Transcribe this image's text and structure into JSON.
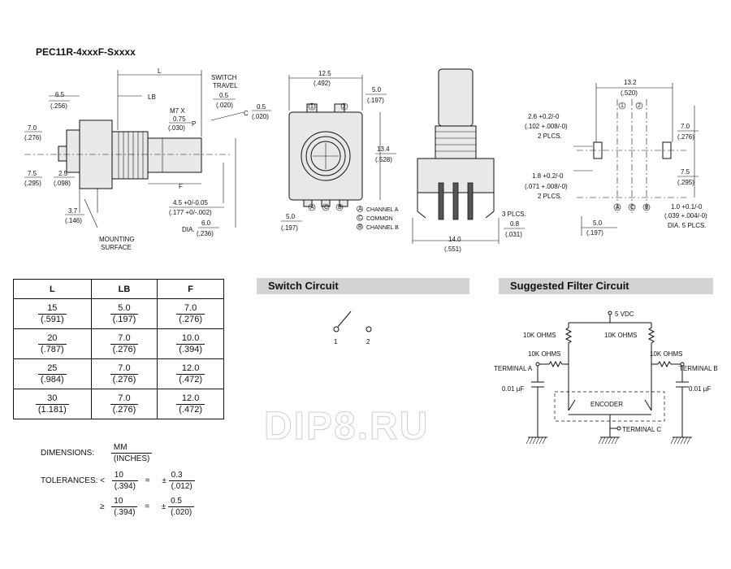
{
  "part_number": "PEC11R-4xxxF-Sxxxx",
  "side_view": {
    "dim_L": "L",
    "dim_LB": "LB",
    "switch_travel": "SWITCH\nTRAVEL",
    "switch_travel_mm": "0.5",
    "switch_travel_in": "(.020)",
    "thread": "M7 X",
    "thread_pitch_mm": "0.75",
    "thread_pitch_in": "(.030)",
    "P": "P",
    "C": "C",
    "C_mm": "0.5",
    "C_in": "(.020)",
    "F": "F",
    "d65_mm": "6.5",
    "d65_in": "(.256)",
    "d70_mm": "7.0",
    "d70_in": "(.276)",
    "d75_mm": "7.5",
    "d75_in": "(.295)",
    "d25_mm": "2.5",
    "d25_in": "(.098)",
    "d37_mm": "3.7",
    "d37_in": "(.146)",
    "flat_mm": "4.5 +0/-0.05",
    "flat_in": "(.177 +0/-.002)",
    "dia": "DIA.",
    "dia_mm": "6.0",
    "dia_in": "(.236)",
    "mounting_surface": "MOUNTING\nSURFACE"
  },
  "front_view": {
    "w_mm": "12.5",
    "w_in": "(.492)",
    "h_mm": "13.4",
    "h_in": "(.528)",
    "d50_mm": "5.0",
    "d50_in": "(.197)",
    "d50b_mm": "5.0",
    "d50b_in": "(.197)",
    "pin1": "1",
    "pin2": "2",
    "pinA": "A",
    "pinC": "C",
    "pinB": "B",
    "legend_A": "CHANNEL A",
    "legend_C": "COMMON",
    "legend_B": "CHANNEL B"
  },
  "side2_view": {
    "plcs": "3 PLCS.",
    "plcs_mm": "0.8",
    "plcs_in": "(.031)",
    "w_mm": "14.0",
    "w_in": "(.551)"
  },
  "footprint": {
    "w_mm": "13.2",
    "w_in": "(.520)",
    "slot1_mm": "2.6 +0.2/-0",
    "slot1_in": "(.102 +.008/-0)",
    "slot1_n": "2 PLCS.",
    "slot2_mm": "1.8 +0.2/-0",
    "slot2_in": "(.071 +.008/-0)",
    "slot2_n": "2 PLCS.",
    "d70_mm": "7.0",
    "d70_in": "(.276)",
    "d75_mm": "7.5",
    "d75_in": "(.295)",
    "hole_mm": "1.0 +0.1/-0",
    "hole_in": "(.039 +.004/-0)",
    "hole_n": "DIA. 5 PLCS.",
    "d50_mm": "5.0",
    "d50_in": "(.197)"
  },
  "table": {
    "headers": [
      "L",
      "LB",
      "F"
    ],
    "rows": [
      [
        {
          "mm": "15",
          "in": "(.591)"
        },
        {
          "mm": "5.0",
          "in": "(.197)"
        },
        {
          "mm": "7.0",
          "in": "(.276)"
        }
      ],
      [
        {
          "mm": "20",
          "in": "(.787)"
        },
        {
          "mm": "7.0",
          "in": "(.276)"
        },
        {
          "mm": "10.0",
          "in": "(.394)"
        }
      ],
      [
        {
          "mm": "25",
          "in": "(.984)"
        },
        {
          "mm": "7.0",
          "in": "(.276)"
        },
        {
          "mm": "12.0",
          "in": "(.472)"
        }
      ],
      [
        {
          "mm": "30",
          "in": "(1.181)"
        },
        {
          "mm": "7.0",
          "in": "(.276)"
        },
        {
          "mm": "12.0",
          "in": "(.472)"
        }
      ]
    ]
  },
  "legend": {
    "dimensions_label": "DIMENSIONS:",
    "dim_num": "MM",
    "dim_den": "(INCHES)",
    "tolerances_label": "TOLERANCES:",
    "tol1_sym": "<",
    "tol1_num": "10",
    "tol1_den": "(.394)",
    "tol1_eq": "=",
    "tol1_pm": "±",
    "tol1_vnum": "0.3",
    "tol1_vden": "(.012)",
    "tol2_sym": "≥",
    "tol2_num": "10",
    "tol2_den": "(.394)",
    "tol2_eq": "=",
    "tol2_pm": "±",
    "tol2_vnum": "0.5",
    "tol2_vden": "(.020)"
  },
  "switch_circuit": {
    "title": "Switch Circuit",
    "pin1": "1",
    "pin2": "2"
  },
  "filter_circuit": {
    "title": "Suggested Filter Circuit",
    "vdc": "5 VDC",
    "r1": "10K OHMS",
    "r2": "10K OHMS",
    "r3": "10K OHMS",
    "r4": "10K OHMS",
    "term_a": "TERMINAL A",
    "term_b": "TERMINAL B",
    "term_c": "TERMINAL C",
    "cap_a": "0.01 µF",
    "cap_b": "0.01 µF",
    "encoder": "ENCODER"
  },
  "watermark": "DIP8.RU"
}
